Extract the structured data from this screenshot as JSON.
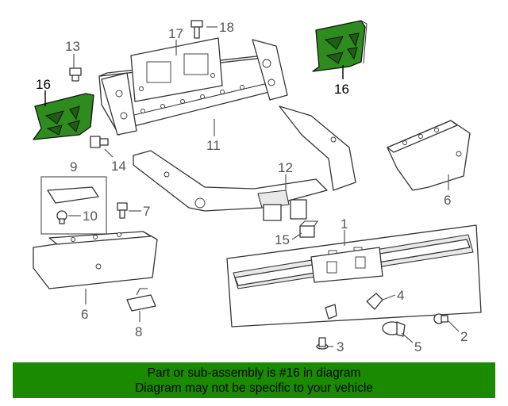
{
  "colors": {
    "highlight_part": "#2e8b1e",
    "banner_background": "#1a8a00",
    "banner_text": "#000000",
    "line_art": "#333333"
  },
  "callouts": {
    "c1": "1",
    "c2": "2",
    "c3": "3",
    "c4": "4",
    "c5": "5",
    "c6a": "6",
    "c6b": "6",
    "c7": "7",
    "c8": "8",
    "c9": "9",
    "c10": "10",
    "c11": "11",
    "c12": "12",
    "c13": "13",
    "c14": "14",
    "c15": "15",
    "c16a": "16",
    "c16b": "16",
    "c17": "17",
    "c18": "18"
  },
  "banner": {
    "line1": "Part or sub-assembly is #16 in diagram",
    "line2": "Diagram may not be specific to your vehicle"
  }
}
